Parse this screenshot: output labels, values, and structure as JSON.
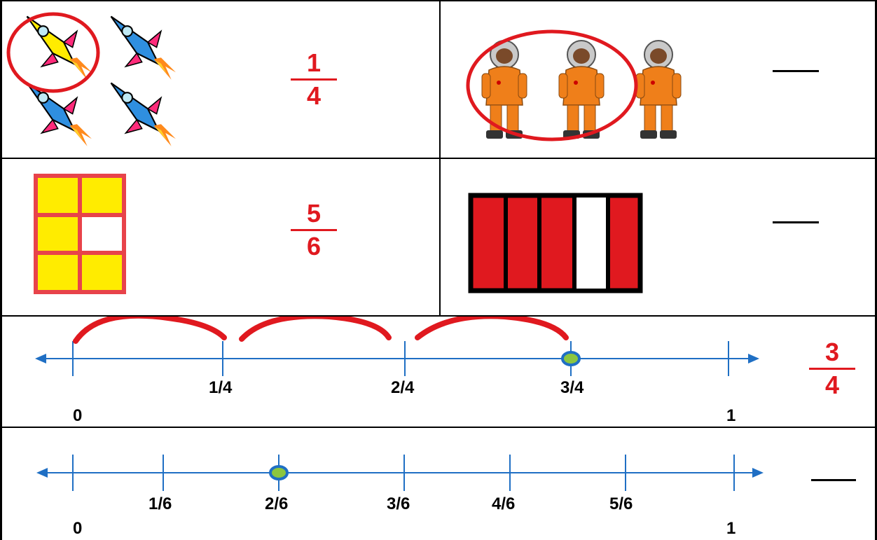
{
  "row1": {
    "left_fraction": {
      "numerator": "1",
      "denominator": "4"
    },
    "left_picture": {
      "total": 4,
      "circled": 1,
      "icon": "rocket-icon"
    },
    "right_picture": {
      "total": 3,
      "circled": 2,
      "icon": "astronaut-icon"
    }
  },
  "row2": {
    "left_fraction": {
      "numerator": "5",
      "denominator": "6"
    },
    "left_picture": {
      "total": 6,
      "shaded": 5
    },
    "right_picture": {
      "total": 5,
      "shaded": 4
    }
  },
  "row3": {
    "answer": {
      "numerator": "3",
      "denominator": "4"
    },
    "number_line": {
      "tick_labels": [
        "1/4",
        "2/4",
        "3/4"
      ],
      "start_label": "0",
      "end_label": "1",
      "marked_point": "3/4",
      "hops": 3
    }
  },
  "row4": {
    "number_line": {
      "tick_labels": [
        "1/6",
        "2/6",
        "3/6",
        "4/6",
        "5/6"
      ],
      "start_label": "0",
      "end_label": "1",
      "marked_point": "2/6"
    }
  },
  "colors": {
    "red": "#e0191f",
    "line_blue": "#1f6fc4",
    "point_green": "#8cc63f",
    "yellow": "#ffec00"
  }
}
